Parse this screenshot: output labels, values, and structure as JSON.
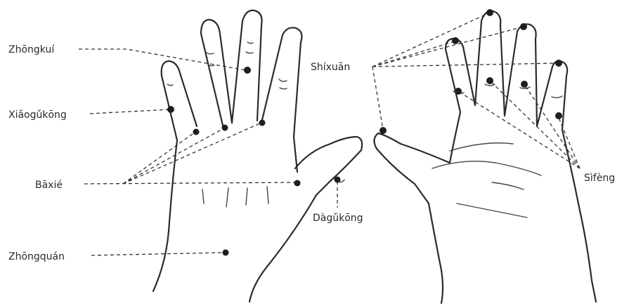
{
  "labels": {
    "zhongkui": "Zhōngkuí",
    "xiaogukong": "Xiǎogǔkōng",
    "baxie": "Bāxié",
    "zhongquan": "Zhōngquán",
    "shixuan": "Shíxuān",
    "daguokong": "Dàgǔkōng",
    "sifeng": "Sìfèng"
  }
}
